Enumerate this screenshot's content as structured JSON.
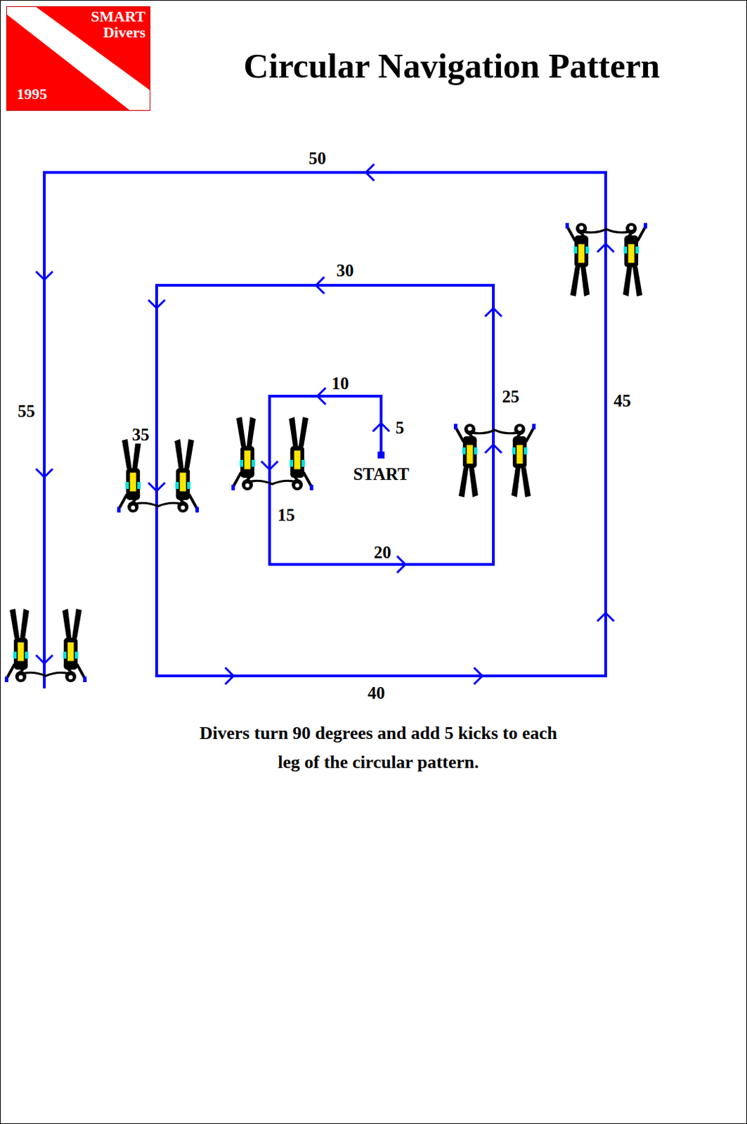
{
  "diagram": {
    "title": "Circular Navigation Pattern",
    "caption": "Divers turn 90 degrees and add 5 kicks to each leg of the circular pattern.",
    "nodes": [
      {
        "text": [
          "SMART Divers",
          "1995"
        ]
      }
    ],
    "labels": [
      "50",
      "30",
      "10",
      "5",
      "START",
      "15",
      "20",
      "25",
      "45",
      "55",
      "35",
      "40"
    ]
  }
}
